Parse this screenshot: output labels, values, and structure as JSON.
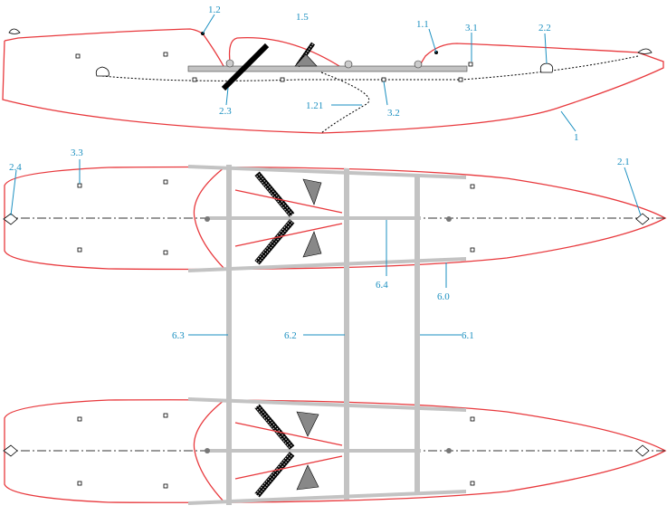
{
  "labels": {
    "l1_2": "1.2",
    "l1_5": "1.5",
    "l1_1": "1.1",
    "l3_1": "3.1",
    "l2_2": "2.2",
    "l2_3": "2.3",
    "l1_21": "1.21",
    "l3_2": "3.2",
    "l1": "1",
    "l2_4": "2.4",
    "l3_3": "3.3",
    "l2_1": "2.1",
    "l6_4": "6.4",
    "l6_0": "6.0",
    "l6_3": "6.3",
    "l6_2": "6.2",
    "l6_1": "6.1"
  },
  "colors": {
    "hull": "#e8393d",
    "label": "#1a8fc0",
    "frame": "#c3c3c3"
  }
}
